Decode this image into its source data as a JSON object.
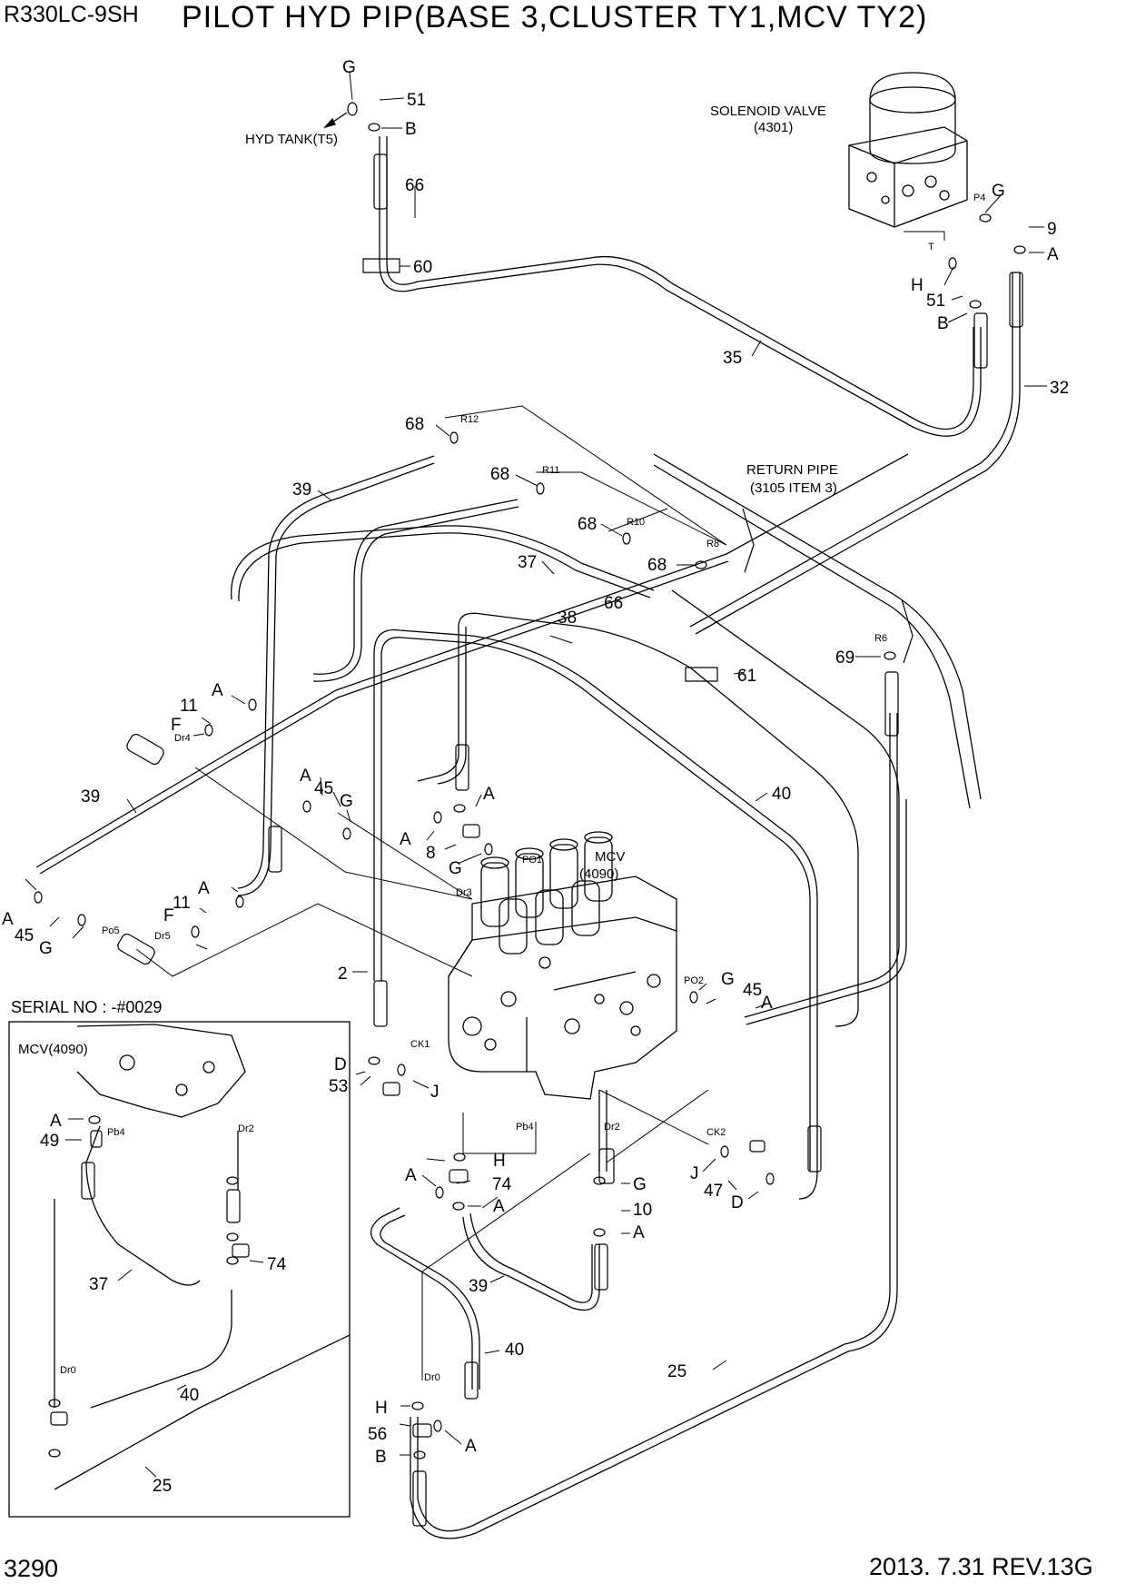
{
  "header": {
    "model": "R330LC-9SH",
    "title": "PILOT HYD PIP(BASE 3,CLUSTER TY1,MCV TY2)"
  },
  "footer": {
    "page": "3290",
    "revision": "2013. 7.31  REV.13G"
  },
  "annotations": {
    "hyd_tank": "HYD TANK(T5)",
    "solenoid_valve": "SOLENOID VALVE",
    "solenoid_valve_code": "(4301)",
    "return_pipe": "RETURN PIPE",
    "return_pipe_ref": "(3105 ITEM 3)",
    "mcv": "MCV",
    "mcv_code": "(4090)",
    "serial_no": "SERIAL NO : -#0029",
    "inset_mcv": "MCV(4090)"
  },
  "ports": [
    "P4",
    "T",
    "R12",
    "R11",
    "R10",
    "R8",
    "R6",
    "Dr4",
    "Dr3",
    "PO1",
    "Po5",
    "Dr5",
    "CK1",
    "PO2",
    "Pb4",
    "Dr2",
    "CK2",
    "Dr0",
    "Pb4",
    "Dr2",
    "Dr0"
  ],
  "callouts": [
    "G",
    "51",
    "B",
    "66",
    "60",
    "G",
    "9",
    "A",
    "H",
    "51",
    "B",
    "35",
    "32",
    "68",
    "68",
    "68",
    "68",
    "39",
    "37",
    "38",
    "66",
    "61",
    "69",
    "40",
    "A",
    "11",
    "F",
    "A",
    "45",
    "G",
    "A",
    "A",
    "8",
    "G",
    "39",
    "A",
    "45",
    "G",
    "11",
    "F",
    "A",
    "2",
    "G",
    "45",
    "A",
    "D",
    "53",
    "J",
    "H",
    "A",
    "74",
    "A",
    "G",
    "10",
    "A",
    "J",
    "47",
    "D",
    "39",
    "40",
    "25",
    "H",
    "56",
    "B",
    "A",
    "A",
    "49",
    "74",
    "37",
    "40",
    "25"
  ]
}
